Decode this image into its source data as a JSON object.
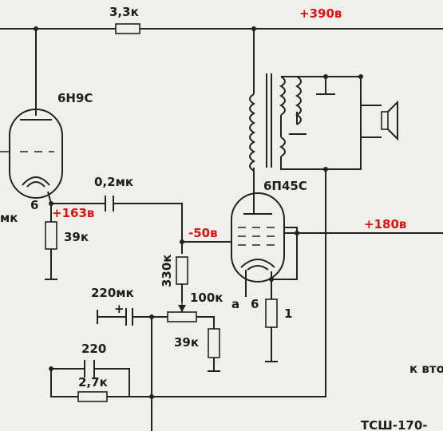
{
  "labels": {
    "r_top": "3,3к",
    "v390": "+390в",
    "tube1": "6Н9С",
    "tube1_pin": "6",
    "mk_left": "мк",
    "v163": "+163в",
    "cap_coupling": "0,2мк",
    "r39k_top": "39к",
    "tube2": "6П45С",
    "v50": "-50в",
    "v180": "+180в",
    "r330k": "330к",
    "cap_220mk": "220мк",
    "plus_sign": "+",
    "pot_100k": "100к",
    "pin_a": "а",
    "pin_6": "6",
    "r_1": "1",
    "r39k_bot": "39к",
    "cap_220": "220",
    "r_2_7k": "2,7к",
    "to_second": "к вто",
    "transformer": "ТСШ-170-"
  },
  "colors": {
    "wire": "#222222",
    "voltage": "#e01010",
    "background": "#f1efe9"
  }
}
